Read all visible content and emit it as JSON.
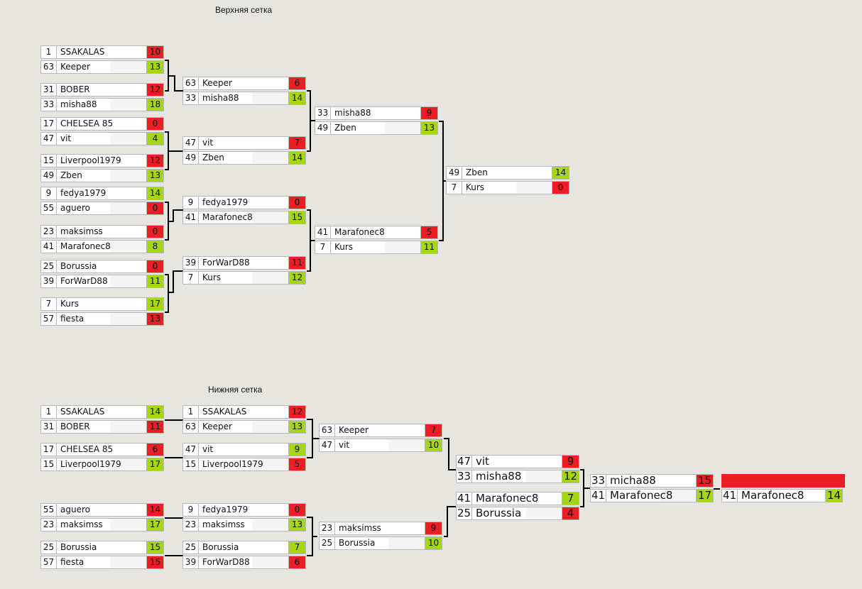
{
  "titles": {
    "upper": "Верхняя сетка",
    "lower": "Нижняя сетка"
  },
  "colors": {
    "win": "#a6d60f",
    "lose": "#ee1c24",
    "background": "#e6e5e0"
  },
  "upper": {
    "round1": [
      [
        {
          "seed": "1",
          "name": "SSAKALAS",
          "score": "10",
          "result": "lose"
        },
        {
          "seed": "63",
          "name": "Keeper",
          "score": "13",
          "result": "win"
        }
      ],
      [
        {
          "seed": "31",
          "name": "BOBER",
          "score": "12",
          "result": "lose"
        },
        {
          "seed": "33",
          "name": "misha88",
          "score": "18",
          "result": "win"
        }
      ],
      [
        {
          "seed": "17",
          "name": "CHELSEA 85",
          "score": "0",
          "result": "lose"
        },
        {
          "seed": "47",
          "name": "vit",
          "score": "4",
          "result": "win"
        }
      ],
      [
        {
          "seed": "15",
          "name": "Liverpool1979",
          "score": "12",
          "result": "lose"
        },
        {
          "seed": "49",
          "name": "Zben",
          "score": "13",
          "result": "win"
        }
      ],
      [
        {
          "seed": "9",
          "name": "fedya1979",
          "score": "14",
          "result": "win"
        },
        {
          "seed": "55",
          "name": "aguero",
          "score": "0",
          "result": "lose"
        }
      ],
      [
        {
          "seed": "23",
          "name": "maksimss",
          "score": "0",
          "result": "lose"
        },
        {
          "seed": "41",
          "name": "Marafonec8",
          "score": "8",
          "result": "win"
        }
      ],
      [
        {
          "seed": "25",
          "name": "Borussia",
          "score": "0",
          "result": "lose"
        },
        {
          "seed": "39",
          "name": "ForWarD88",
          "score": "11",
          "result": "win"
        }
      ],
      [
        {
          "seed": "7",
          "name": "Kurs",
          "score": "17",
          "result": "win"
        },
        {
          "seed": "57",
          "name": "fiesta",
          "score": "13",
          "result": "lose"
        }
      ]
    ],
    "round2": [
      [
        {
          "seed": "63",
          "name": "Keeper",
          "score": "6",
          "result": "lose"
        },
        {
          "seed": "33",
          "name": "misha88",
          "score": "14",
          "result": "win"
        }
      ],
      [
        {
          "seed": "47",
          "name": "vit",
          "score": "7",
          "result": "lose"
        },
        {
          "seed": "49",
          "name": "Zben",
          "score": "14",
          "result": "win"
        }
      ],
      [
        {
          "seed": "9",
          "name": "fedya1979",
          "score": "0",
          "result": "lose"
        },
        {
          "seed": "41",
          "name": "Marafonec8",
          "score": "15",
          "result": "win"
        }
      ],
      [
        {
          "seed": "39",
          "name": "ForWarD88",
          "score": "11",
          "result": "lose"
        },
        {
          "seed": "7",
          "name": "Kurs",
          "score": "12",
          "result": "win"
        }
      ]
    ],
    "round3": [
      [
        {
          "seed": "33",
          "name": "misha88",
          "score": "9",
          "result": "lose"
        },
        {
          "seed": "49",
          "name": "Zben",
          "score": "13",
          "result": "win"
        }
      ],
      [
        {
          "seed": "41",
          "name": "Marafonec8",
          "score": "5",
          "result": "lose"
        },
        {
          "seed": "7",
          "name": "Kurs",
          "score": "11",
          "result": "win"
        }
      ]
    ],
    "final": [
      [
        {
          "seed": "49",
          "name": "Zben",
          "score": "14",
          "result": "win"
        },
        {
          "seed": "7",
          "name": "Kurs",
          "score": "0",
          "result": "lose"
        }
      ]
    ]
  },
  "lower": {
    "round1": [
      [
        {
          "seed": "1",
          "name": "SSAKALAS",
          "score": "14",
          "result": "win"
        },
        {
          "seed": "31",
          "name": "BOBER",
          "score": "11",
          "result": "lose"
        }
      ],
      [
        {
          "seed": "17",
          "name": "CHELSEA 85",
          "score": "6",
          "result": "lose"
        },
        {
          "seed": "15",
          "name": "Liverpool1979",
          "score": "17",
          "result": "win"
        }
      ],
      [
        {
          "seed": "55",
          "name": "aguero",
          "score": "14",
          "result": "lose"
        },
        {
          "seed": "23",
          "name": "maksimss",
          "score": "17",
          "result": "win"
        }
      ],
      [
        {
          "seed": "25",
          "name": "Borussia",
          "score": "15",
          "result": "win"
        },
        {
          "seed": "57",
          "name": "fiesta",
          "score": "15",
          "result": "lose"
        }
      ]
    ],
    "round2": [
      [
        {
          "seed": "1",
          "name": "SSAKALAS",
          "score": "12",
          "result": "lose"
        },
        {
          "seed": "63",
          "name": "Keeper",
          "score": "13",
          "result": "win"
        }
      ],
      [
        {
          "seed": "47",
          "name": "vit",
          "score": "9",
          "result": "win"
        },
        {
          "seed": "15",
          "name": "Liverpool1979",
          "score": "5",
          "result": "lose"
        }
      ],
      [
        {
          "seed": "9",
          "name": "fedya1979",
          "score": "0",
          "result": "lose"
        },
        {
          "seed": "23",
          "name": "maksimss",
          "score": "13",
          "result": "win"
        }
      ],
      [
        {
          "seed": "25",
          "name": "Borussia",
          "score": "7",
          "result": "win"
        },
        {
          "seed": "39",
          "name": "ForWarD88",
          "score": "6",
          "result": "lose"
        }
      ]
    ],
    "round3": [
      [
        {
          "seed": "63",
          "name": "Keeper",
          "score": "7",
          "result": "lose"
        },
        {
          "seed": "47",
          "name": "vit",
          "score": "10",
          "result": "win"
        }
      ],
      [
        {
          "seed": "23",
          "name": "maksimss",
          "score": "9",
          "result": "lose"
        },
        {
          "seed": "25",
          "name": "Borussia",
          "score": "10",
          "result": "win"
        }
      ]
    ],
    "round4": [
      [
        {
          "seed": "47",
          "name": "vit",
          "score": "9",
          "result": "lose"
        },
        {
          "seed": "33",
          "name": "misha88",
          "score": "12",
          "result": "win"
        }
      ],
      [
        {
          "seed": "41",
          "name": "Marafonec8",
          "score": "7",
          "result": "win"
        },
        {
          "seed": "25",
          "name": "Borussia",
          "score": "4",
          "result": "lose"
        }
      ]
    ],
    "round5": [
      [
        {
          "seed": "33",
          "name": "micha88",
          "score": "15",
          "result": "lose"
        },
        {
          "seed": "41",
          "name": "Marafonec8",
          "score": "17",
          "result": "win"
        }
      ]
    ],
    "final": [
      [
        {
          "seed": "41",
          "name": "Marafonec8",
          "score": "14",
          "result": "win"
        }
      ]
    ]
  }
}
